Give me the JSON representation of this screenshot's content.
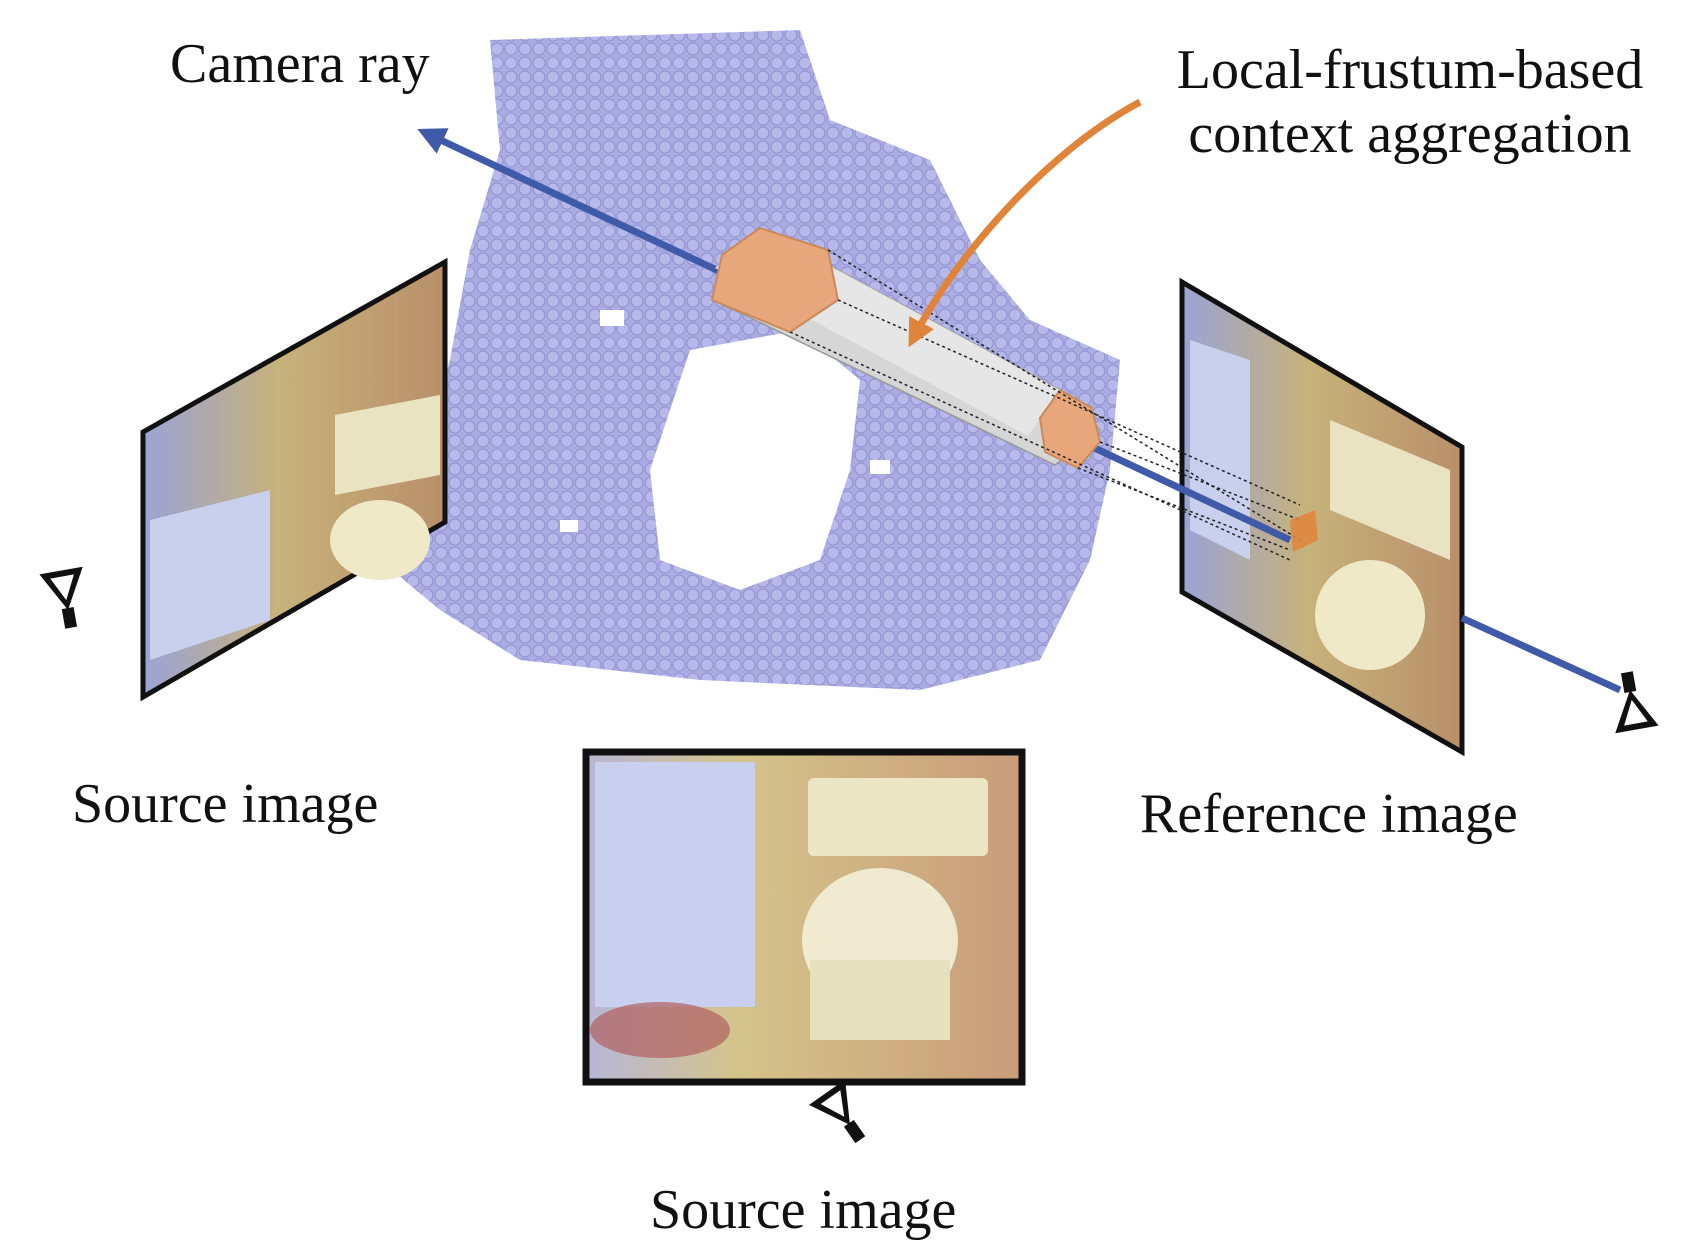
{
  "labels": {
    "camera_ray": "Camera ray",
    "frustum_line1": "Local-frustum-based",
    "frustum_line2": "context aggregation",
    "source_left": "Source image",
    "reference": "Reference image",
    "source_bottom": "Source image"
  },
  "colors": {
    "voxel": "#a7a9e0",
    "voxel_dark": "#8c8fd0",
    "ray": "#3f5aa8",
    "arrow_orange": "#e0843a",
    "frustum_face": "#e7a77a",
    "frustum_body": "#d4d4d4",
    "frame_border": "#111111"
  },
  "icons": {
    "camera_icon": "camera-eye-icon"
  }
}
